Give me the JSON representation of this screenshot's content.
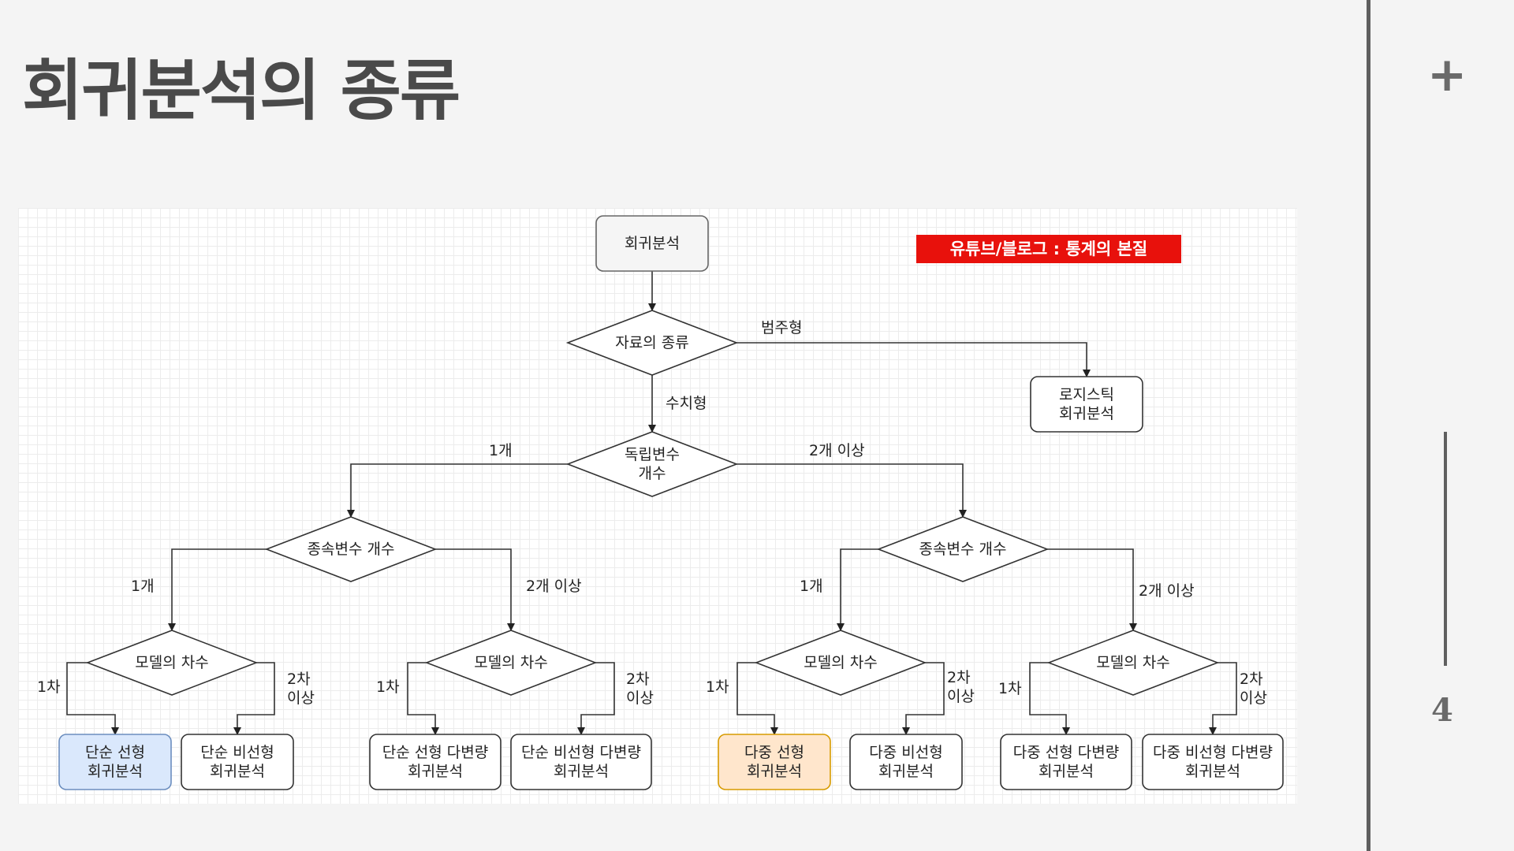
{
  "slide": {
    "title": "회귀분석의 종류",
    "plus": "+",
    "page_number": "4"
  },
  "diagram": {
    "banner": "유튜브/블로그 : 통계의 본질",
    "nodes": {
      "root": "회귀분석",
      "data_type": "자료의 종류",
      "logistic": "로지스틱\n회귀분석",
      "indep_count": "독립변수\n개수",
      "dep_count_left": "종속변수 개수",
      "dep_count_right": "종속변수 개수",
      "order_1": "모델의 차수",
      "order_2": "모델의 차수",
      "order_3": "모델의 차수",
      "order_4": "모델의 차수",
      "leaf_1": "단순 선형\n회귀분석",
      "leaf_2": "단순 비선형\n회귀분석",
      "leaf_3": "단순 선형 다변량\n회귀분석",
      "leaf_4": "단순 비선형 다변량\n회귀분석",
      "leaf_5": "다중 선형\n회귀분석",
      "leaf_6": "다중 비선형\n회귀분석",
      "leaf_7": "다중 선형 다변량\n회귀분석",
      "leaf_8": "다중 비선형 다변량\n회귀분석"
    },
    "edge_labels": {
      "categorical": "범주형",
      "numeric": "수치형",
      "one_left": "1개",
      "two_plus_top": "2개 이상",
      "one_dl": "1개",
      "two_plus_dl": "2개 이상",
      "one_dr": "1개",
      "two_plus_dr": "2개 이상",
      "first_1": "1차",
      "second_1": "2차\n이상",
      "first_2": "1차",
      "second_2": "2차\n이상",
      "first_3": "1차",
      "second_3": "2차\n이상",
      "first_4": "1차",
      "second_4": "2차\n이상"
    },
    "colors": {
      "line": "#333333",
      "root_fill": "#f5f5f5",
      "root_stroke": "#666666",
      "leaf_blue_fill": "#dae8fc",
      "leaf_blue_stroke": "#6c8ebf",
      "leaf_orange_fill": "#ffe6cc",
      "leaf_orange_stroke": "#d79b00",
      "banner": "#e8110c"
    }
  }
}
